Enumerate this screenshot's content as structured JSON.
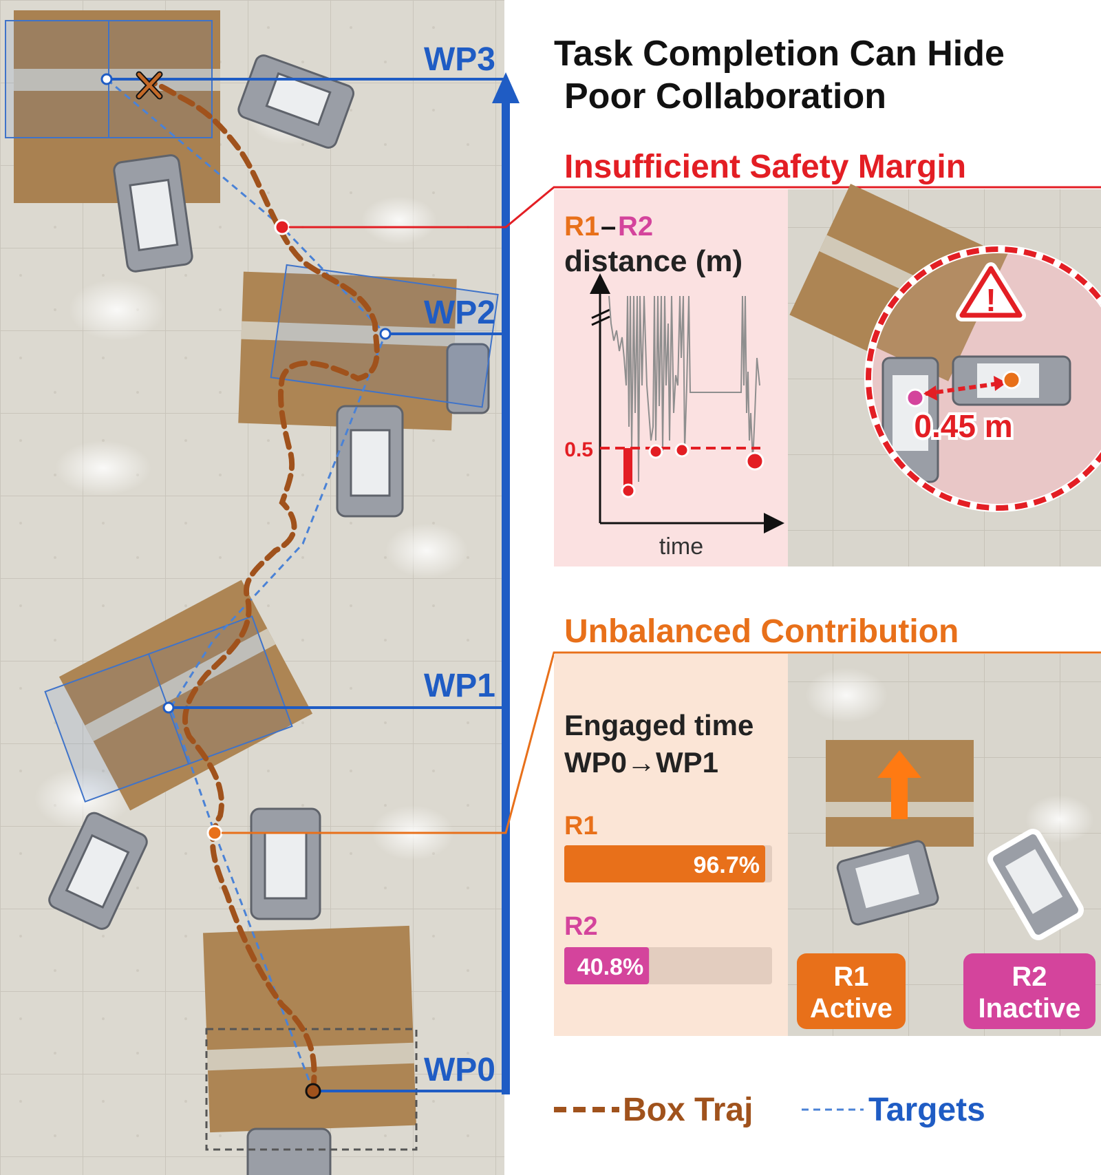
{
  "title": {
    "line1": "Task Completion Can Hide",
    "line2": "Poor Collaboration"
  },
  "waypoints": [
    "WP0",
    "WP1",
    "WP2",
    "WP3"
  ],
  "safety": {
    "heading": "Insufficient Safety Margin",
    "plot": {
      "ylabel_r1": "R1",
      "ylabel_dash": "–",
      "ylabel_r2": "R2",
      "ylabel_unit": "distance (m)",
      "xlabel": "time",
      "threshold_label": "0.5"
    },
    "distance_label": "0.45 m",
    "warning_glyph": "!"
  },
  "contribution": {
    "heading": "Unbalanced Contribution",
    "engaged_title_line1": "Engaged time",
    "engaged_title_line2": "WP0→WP1",
    "bars": [
      {
        "label": "R1",
        "value": 96.7,
        "text": "96.7%",
        "color": "#e8701a"
      },
      {
        "label": "R2",
        "value": 40.8,
        "text": "40.8%",
        "color": "#d4449c"
      }
    ],
    "badge_r1": {
      "line1": "R1",
      "line2": "Active"
    },
    "badge_r2": {
      "line1": "R2",
      "line2": "Inactive"
    }
  },
  "legend": {
    "box_traj": "Box Traj",
    "targets": "Targets"
  },
  "colors": {
    "blue": "#1f5cc4",
    "red": "#e31e24",
    "orange": "#e8701a",
    "magenta": "#d4449c",
    "brown": "#a0521c",
    "floor": "#dedbd2",
    "cardboard": "#b8894f"
  }
}
